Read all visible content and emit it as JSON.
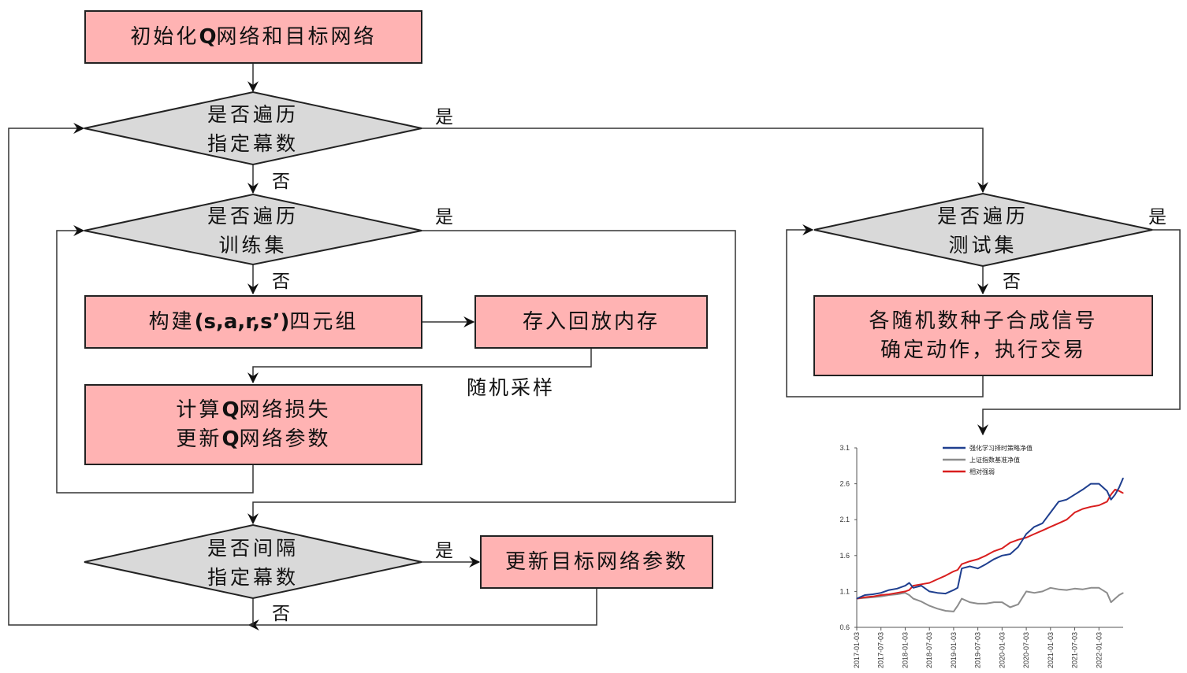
{
  "diagram": {
    "title_box": {
      "pre": "初始化",
      "q": "Q",
      "post": "网络和目标网络"
    },
    "decision_episodes": {
      "line1": "是否遍历",
      "line2": "指定幕数"
    },
    "decision_train": {
      "line1": "是否遍历",
      "line2": "训练集"
    },
    "build_tuple": {
      "pre": "构建",
      "code": "(s,a,r,s’)",
      "post": "四元组"
    },
    "store_memory": "存入回放内存",
    "random_sample": "随机采样",
    "compute_loss": {
      "line1_pre": "计算",
      "line1_q": "Q",
      "line1_post": "网络损失",
      "line2_pre": "更新",
      "line2_q": "Q",
      "line2_post": "网络参数"
    },
    "decision_interval": {
      "line1": "是否间隔",
      "line2": "指定幕数"
    },
    "update_target": "更新目标网络参数",
    "decision_test": {
      "line1": "是否遍历",
      "line2": "测试集"
    },
    "test_action": {
      "line1": "各随机数种子合成信号",
      "line2": "确定动作，执行交易"
    },
    "yes": "是",
    "no": "否",
    "colors": {
      "process_fill": "#ffb3b3",
      "decision_fill": "#d9d9d9",
      "line": "#222222"
    }
  },
  "chart_data": {
    "type": "line",
    "title": "",
    "xlabel": "",
    "ylabel": "",
    "ylim": [
      0.6,
      3.1
    ],
    "yticks": [
      "3.1",
      "2.6",
      "2.1",
      "1.6",
      "1.1",
      "0.6"
    ],
    "ytick_values": [
      3.1,
      2.6,
      2.1,
      1.6,
      1.1,
      0.6
    ],
    "xticks": [
      "2017-01-03",
      "2017-07-03",
      "2018-01-03",
      "2018-07-03",
      "2019-01-03",
      "2019-07-03",
      "2020-01-03",
      "2020-07-03",
      "2021-01-03",
      "2021-07-03",
      "2022-01-03"
    ],
    "x_unit": "months since 2017-01",
    "x_range": [
      0,
      66
    ],
    "legend_position": "top-center",
    "x": [
      0,
      2,
      4,
      6,
      8,
      10,
      12,
      13,
      14,
      16,
      18,
      20,
      22,
      24,
      25,
      26,
      28,
      30,
      32,
      34,
      36,
      38,
      40,
      42,
      44,
      46,
      48,
      50,
      52,
      54,
      56,
      58,
      60,
      62,
      63,
      64,
      65,
      66
    ],
    "series": [
      {
        "name": "强化学习择时策略净值",
        "color": "#1f3f8f",
        "values": [
          1.0,
          1.05,
          1.06,
          1.08,
          1.12,
          1.14,
          1.18,
          1.22,
          1.15,
          1.18,
          1.1,
          1.08,
          1.07,
          1.12,
          1.15,
          1.42,
          1.45,
          1.42,
          1.48,
          1.55,
          1.6,
          1.62,
          1.72,
          1.9,
          2.0,
          2.05,
          2.2,
          2.35,
          2.38,
          2.45,
          2.52,
          2.6,
          2.6,
          2.5,
          2.38,
          2.45,
          2.55,
          2.68
        ]
      },
      {
        "name": "上证指数基准净值",
        "color": "#8c8c8c",
        "values": [
          1.0,
          1.01,
          1.02,
          1.03,
          1.05,
          1.06,
          1.08,
          1.05,
          1.0,
          0.96,
          0.9,
          0.86,
          0.83,
          0.82,
          0.9,
          1.0,
          0.95,
          0.93,
          0.93,
          0.95,
          0.95,
          0.88,
          0.92,
          1.1,
          1.08,
          1.1,
          1.15,
          1.13,
          1.12,
          1.14,
          1.13,
          1.15,
          1.15,
          1.08,
          0.95,
          1.0,
          1.05,
          1.08
        ]
      },
      {
        "name": "相对强弱",
        "color": "#d91e1e",
        "values": [
          1.0,
          1.02,
          1.03,
          1.05,
          1.06,
          1.08,
          1.1,
          1.12,
          1.18,
          1.2,
          1.22,
          1.27,
          1.32,
          1.38,
          1.4,
          1.48,
          1.52,
          1.55,
          1.6,
          1.66,
          1.7,
          1.78,
          1.82,
          1.85,
          1.9,
          1.95,
          2.0,
          2.05,
          2.1,
          2.2,
          2.25,
          2.28,
          2.3,
          2.35,
          2.45,
          2.52,
          2.5,
          2.47
        ]
      }
    ]
  }
}
